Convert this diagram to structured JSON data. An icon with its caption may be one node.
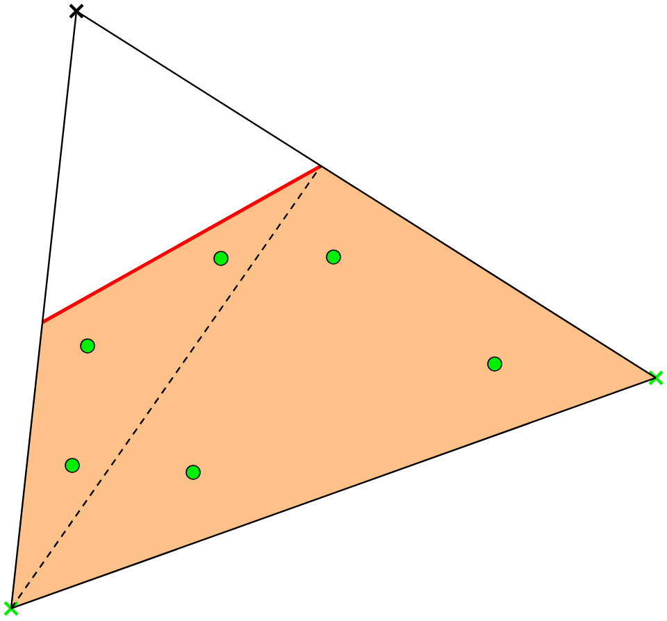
{
  "diagram": {
    "nodes": [
      {
        "text": [],
        "shape": "cross"
      },
      {
        "text": [],
        "shape": "cross"
      },
      {
        "text": [],
        "shape": "cross"
      },
      {
        "text": [],
        "shape": "circle"
      },
      {
        "text": [],
        "shape": "circle"
      },
      {
        "text": [],
        "shape": "circle"
      },
      {
        "text": [],
        "shape": "circle"
      },
      {
        "text": [],
        "shape": "circle"
      },
      {
        "text": [],
        "shape": "circle"
      }
    ],
    "edges": [
      {
        "from": 0,
        "to": 1,
        "arrow": "none"
      },
      {
        "from": 0,
        "to": 2,
        "arrow": "none"
      },
      {
        "from": 1,
        "to": 2,
        "arrow": "none"
      },
      {
        "from": 1,
        "to": null,
        "arrow": "none",
        "style": "dashed"
      }
    ]
  }
}
